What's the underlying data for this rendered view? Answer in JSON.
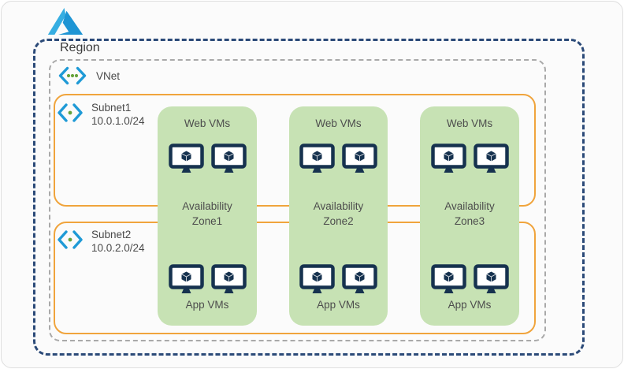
{
  "header": {
    "logo": "azure-logo"
  },
  "region": {
    "label": "Region"
  },
  "vnet": {
    "label": "VNet"
  },
  "subnets": [
    {
      "name": "Subnet1",
      "cidr": "10.0.1.0/24"
    },
    {
      "name": "Subnet2",
      "cidr": "10.0.2.0/24"
    }
  ],
  "zones": [
    {
      "top_label": "Web VMs",
      "name_line1": "Availability",
      "name_line2": "Zone1",
      "bottom_label": "App VMs",
      "web_vm_count": 2,
      "app_vm_count": 2
    },
    {
      "top_label": "Web VMs",
      "name_line1": "Availability",
      "name_line2": "Zone2",
      "bottom_label": "App VMs",
      "web_vm_count": 2,
      "app_vm_count": 2
    },
    {
      "top_label": "Web VMs",
      "name_line1": "Availability",
      "name_line2": "Zone3",
      "bottom_label": "App VMs",
      "web_vm_count": 2,
      "app_vm_count": 2
    }
  ],
  "colors": {
    "region_border": "#2b4a78",
    "vnet_border": "#a9a9a9",
    "subnet_border": "#f0a43c",
    "zone_fill": "#c7e2b4",
    "vm_icon": "#16324f",
    "icon_blue": "#1f9ad6",
    "icon_green": "#67a33c",
    "azure_blue_light": "#36aee2",
    "azure_blue_dark": "#1e95d4"
  }
}
